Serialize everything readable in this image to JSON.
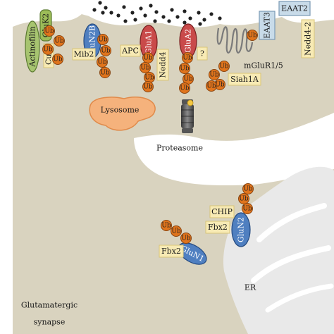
{
  "colors": {
    "cytoplasm": "#d9d3bf",
    "membrane": "#ffffff",
    "er": "#e9e9e9",
    "ub_fill": "#e0741c",
    "ub_stroke": "#8a4510",
    "ligase_box": "#f7eab4",
    "ligase_border": "#d8c479",
    "gluk2": "#9cbc58",
    "glun2b": "#4f7fc0",
    "glua": "#c94a4a",
    "eaat": "#c8dbe9",
    "lysosome": "#f5b27c",
    "proteasome": "#505050",
    "vesicle": "#222222"
  },
  "receptors": {
    "actinofilin": "Actinofilin",
    "gluk2": "GluK2",
    "glun2b": "GluN2B",
    "glua1": "GluA1",
    "glua2": "GluA2",
    "mglur": "mGluR1/5",
    "eaat3": "EAAT3",
    "eaat2": "EAAT2",
    "glun2": "GluN2",
    "glun1": "GluN1"
  },
  "ligases": {
    "cul3": "Cul3",
    "mib2": "Mib2",
    "apc": "APC",
    "nedd4": "Nedd4",
    "question": "?",
    "siah1a": "Siah1A",
    "nedd4_2": "Nedd4-2",
    "chip": "CHIP",
    "fbx2_upper": "Fbx2",
    "fbx2_lower": "Fbx2"
  },
  "ub_label": "Ub",
  "organelles": {
    "lysosome": "Lysosome",
    "proteasome": "Proteasome",
    "er": "ER"
  },
  "caption": {
    "line1": "Glutamatergic",
    "line2": "synapse"
  }
}
